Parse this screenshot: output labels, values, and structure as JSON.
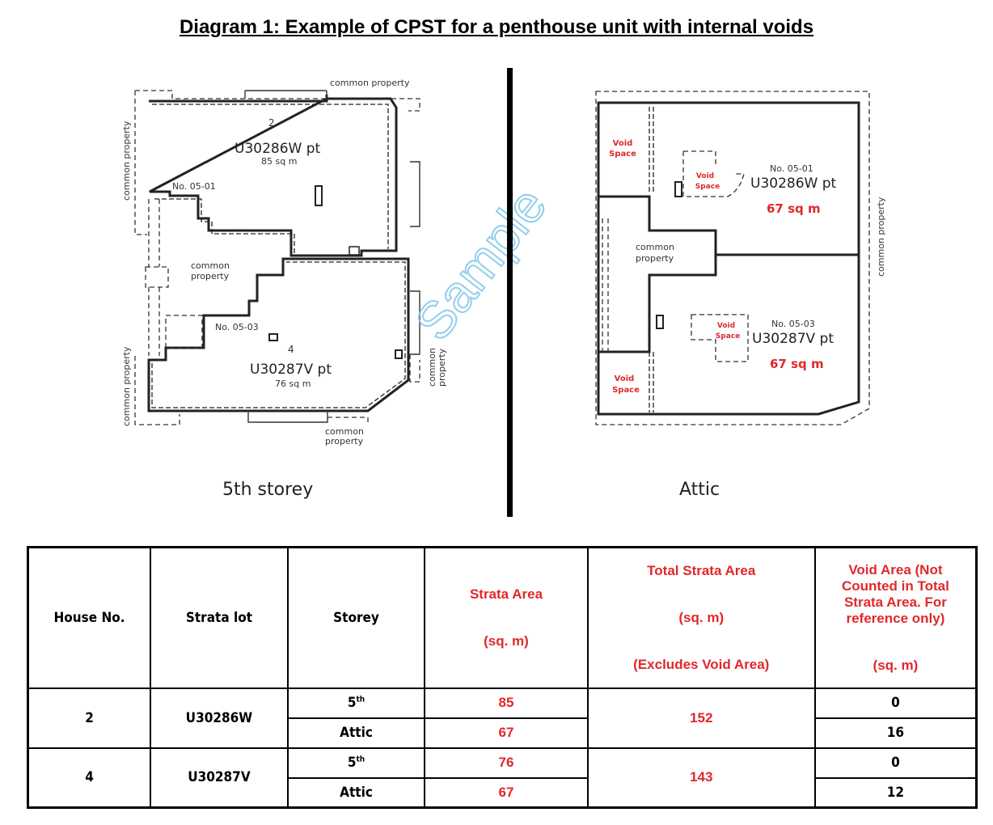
{
  "title": "Diagram 1: Example of CPST for a penthouse unit with internal voids",
  "watermark": "Sample",
  "colors": {
    "accent_red": "#e0282a",
    "watermark_blue": "#7fc6e8"
  },
  "fifth_storey": {
    "caption": "5th storey",
    "labels": {
      "common_top": "common property",
      "common_left": "common property",
      "common_left_lower": "common property",
      "common_right": "common property",
      "common_bottom": "common property",
      "common_center": "common property"
    },
    "unit_a": {
      "house_no": "2",
      "lot": "U30286W  pt",
      "area": "85 sq m",
      "unit_no": "No. 05-01"
    },
    "unit_b": {
      "house_no": "4",
      "lot": "U30287V  pt",
      "area": "76 sq m",
      "unit_no": "No. 05-03"
    }
  },
  "attic": {
    "caption": "Attic",
    "labels": {
      "common_center": "common property",
      "common_right": "common property"
    },
    "void_label": [
      "Void",
      "Space"
    ],
    "unit_a": {
      "lot": "U30286W  pt",
      "area": "67 sq m",
      "unit_no": "No. 05-01"
    },
    "unit_b": {
      "lot": "U30287V  pt",
      "area": "67 sq m",
      "unit_no": "No. 05-03"
    }
  },
  "table": {
    "headers": {
      "house_no": "House No.",
      "strata_lot": "Strata lot",
      "storey": "Storey",
      "strata_area": [
        "Strata Area",
        "(sq. m)"
      ],
      "total_strata_area": [
        "Total Strata Area",
        "(sq. m)",
        "(Excludes Void Area)"
      ],
      "void_area": [
        "Void Area (Not Counted in Total Strata Area. For reference only)",
        "(sq. m)"
      ]
    },
    "rows": [
      {
        "house_no": "2",
        "strata_lot": "U30286W",
        "total": "152",
        "storeys": [
          {
            "storey": "5",
            "sup": "th",
            "area": "85",
            "void": "0"
          },
          {
            "storey": "Attic",
            "sup": "",
            "area": "67",
            "void": "16"
          }
        ]
      },
      {
        "house_no": "4",
        "strata_lot": "U30287V",
        "total": "143",
        "storeys": [
          {
            "storey": "5",
            "sup": "th",
            "area": "76",
            "void": "0"
          },
          {
            "storey": "Attic",
            "sup": "",
            "area": "67",
            "void": "12"
          }
        ]
      }
    ]
  }
}
